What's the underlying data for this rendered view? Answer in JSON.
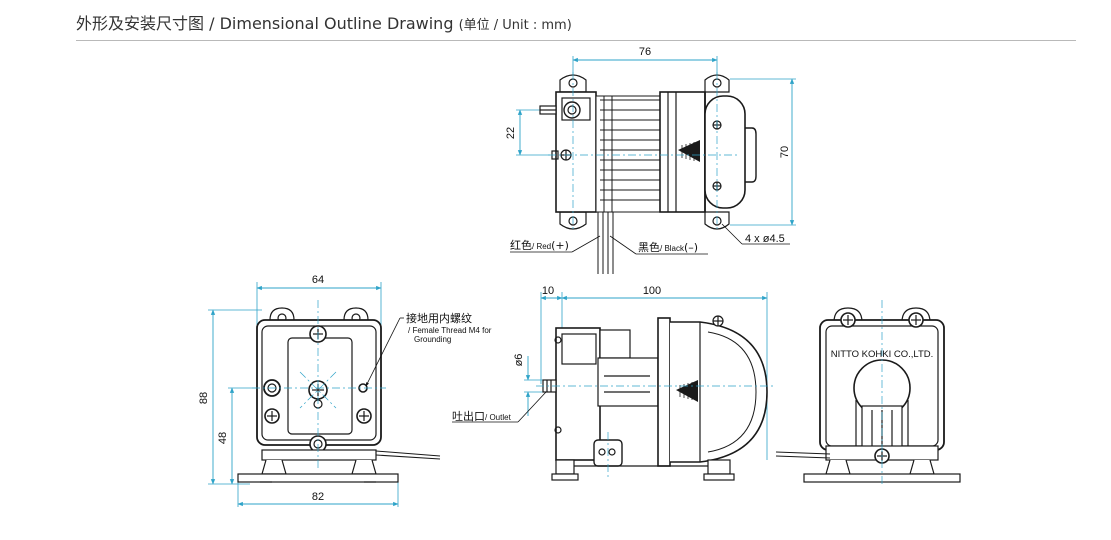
{
  "title": {
    "zh": "外形及安装尺寸图",
    "en": "/ Dimensional Outline Drawing",
    "unit": "(单位 / Unit : mm)"
  },
  "top_view": {
    "dim_width": "76",
    "dim_left_offset": "22",
    "dim_height": "70",
    "hole_note": "4 x ø4.5",
    "wire_red_zh": "红色",
    "wire_red_en": "/ Red",
    "wire_red_sign": "(+)",
    "wire_black_zh": "黑色",
    "wire_black_en": "/ Black",
    "wire_black_sign": "(–)"
  },
  "front_view": {
    "dim_top_width": "64",
    "dim_base_width": "82",
    "dim_total_height": "88",
    "dim_center_height": "48",
    "ground_label_zh": "接地用内螺纹",
    "ground_label_en_1": "/ Female Thread M4 for",
    "ground_label_en_2": "Grounding"
  },
  "side_view": {
    "dim_offset": "10",
    "dim_length": "100",
    "dim_diameter": "ø6",
    "outlet_zh": "吐出口",
    "outlet_en": "/ Outlet"
  },
  "rear_view": {
    "brand_plate": "NITTO KOHKI CO.,LTD."
  },
  "colors": {
    "dimension_line": "#2ea3c8",
    "drawing_line": "#1a1a1a"
  }
}
